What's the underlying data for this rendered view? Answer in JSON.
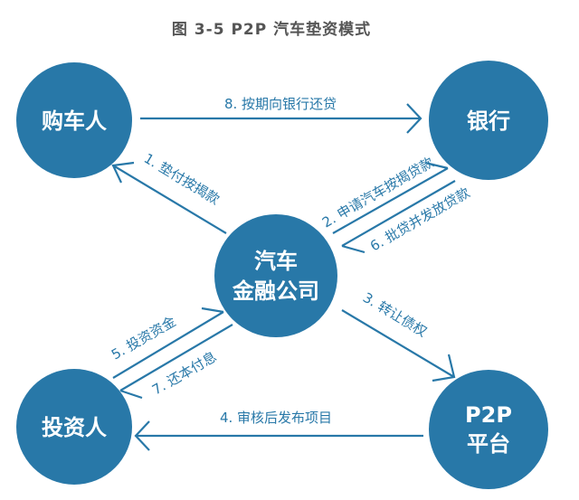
{
  "title": "图 3-5     P2P 汽车垫资模式",
  "colors": {
    "node": "#2878a8",
    "text": "#ffffff",
    "title": "#555555"
  },
  "nodes": {
    "buyer": "购车人",
    "bank": "银行",
    "company_line1": "汽车",
    "company_line2": "金融公司",
    "investor": "投资人",
    "p2p_line1": "P2P",
    "p2p_line2": "平台"
  },
  "edges": {
    "e1": "1. 垫付按揭款",
    "e2": "2. 申请汽车按揭贷款",
    "e3": "3. 转让债权",
    "e4": "4. 审核后发布项目",
    "e5": "5. 投资资金",
    "e6": "6. 批贷并发放贷款",
    "e7": "7. 还本付息",
    "e8": "8. 按期向银行还贷"
  }
}
